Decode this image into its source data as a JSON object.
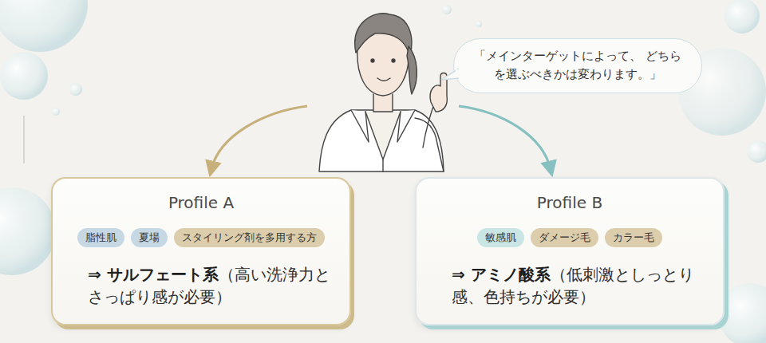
{
  "diagram": {
    "nodes": [
      {
        "text": [
          "「メインターゲットによって、 どちらを選ぶべきかは変わります。」"
        ]
      },
      {
        "text": [
          "Profile A",
          "⇒ サルフェート系",
          "（高い洗浄力とさっぱり感が必要）"
        ]
      },
      {
        "text": [
          "脂性肌"
        ],
        "in": 1
      },
      {
        "text": [
          "夏場"
        ],
        "in": 1
      },
      {
        "text": [
          "スタイリング剤を多用する方"
        ],
        "in": 1
      },
      {
        "text": [
          "Profile B",
          "⇒ アミノ酸系",
          "（低刺激としっとり感、色持ちが必要）"
        ]
      },
      {
        "text": [
          "敏感肌"
        ],
        "in": 5
      },
      {
        "text": [
          "ダメージ毛"
        ],
        "in": 5
      },
      {
        "text": [
          "カラー毛"
        ],
        "in": 5
      }
    ]
  }
}
